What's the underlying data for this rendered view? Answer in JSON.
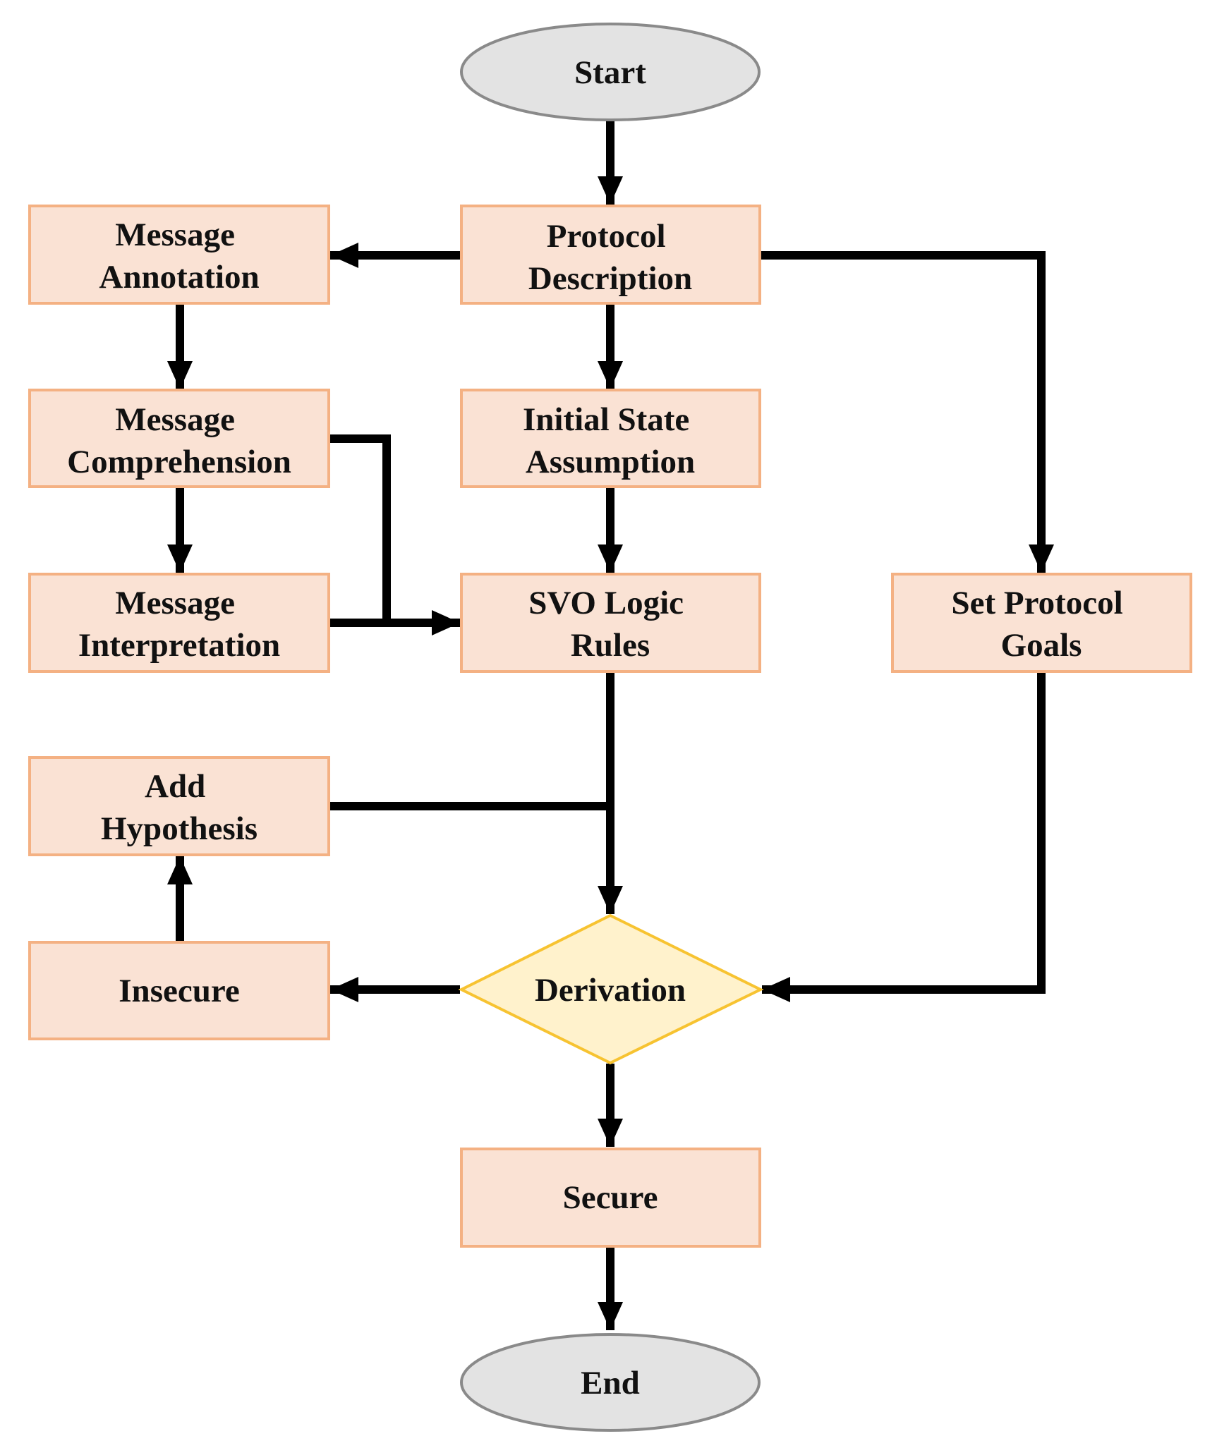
{
  "nodes": {
    "start": "Start",
    "protocol_description": [
      "Protocol",
      "Description"
    ],
    "message_annotation": [
      "Message",
      "Annotation"
    ],
    "message_comprehension": [
      "Message",
      "Comprehension"
    ],
    "message_interpretation": [
      "Message",
      "Interpretation"
    ],
    "initial_state_assumption": [
      "Initial State",
      "Assumption"
    ],
    "svo_logic_rules": [
      "SVO Logic",
      "Rules"
    ],
    "set_protocol_goals": [
      "Set Protocol",
      "Goals"
    ],
    "add_hypothesis": [
      "Add",
      "Hypothesis"
    ],
    "insecure": "Insecure",
    "derivation": "Derivation",
    "secure": "Secure",
    "end": "End"
  },
  "colors": {
    "process_fill": "#fae2d4",
    "process_border": "#f4b183",
    "terminal_fill": "#e3e3e3",
    "terminal_border": "#8a8a8a",
    "decision_fill": "#fff2cc",
    "decision_border": "#f7c331",
    "connector": "#000000"
  }
}
